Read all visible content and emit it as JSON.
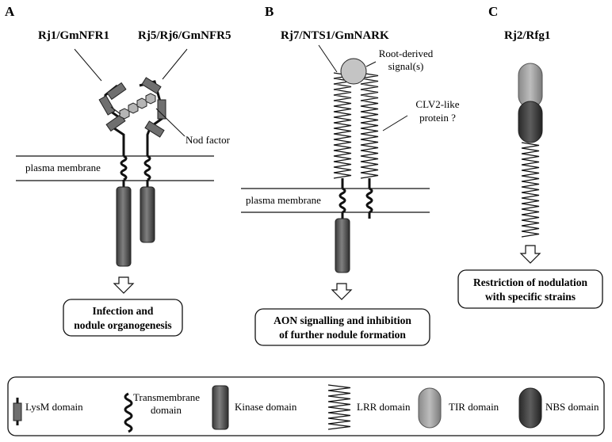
{
  "panels": {
    "a": {
      "letter": "A",
      "receptor_left": "Rj1/GmNFR1",
      "receptor_right": "Rj5/Rj6/GmNFR5",
      "ligand_label": "Nod factor",
      "membrane_label": "plasma membrane",
      "outcome_line1": "Infection and",
      "outcome_line2": "nodule organogenesis"
    },
    "b": {
      "letter": "B",
      "receptor": "Rj7/NTS1/GmNARK",
      "signal_line1": "Root-derived",
      "signal_line2": "signal(s)",
      "clv2_line1": "CLV2-like",
      "clv2_line2": "protein ?",
      "membrane_label": "plasma membrane",
      "outcome_line1": "AON signalling and inhibition",
      "outcome_line2": "of further nodule formation"
    },
    "c": {
      "letter": "C",
      "receptor": "Rj2/Rfg1",
      "outcome_line1": "Restriction of nodulation",
      "outcome_line2": "with specific strains"
    }
  },
  "legend": {
    "lysm": "LysM domain",
    "tm_line1": "Transmembrane",
    "tm_line2": "domain",
    "kinase": "Kinase domain",
    "lrr": "LRR domain",
    "tir": "TIR domain",
    "nbs": "NBS domain"
  },
  "colors": {
    "lysm": "#6f6f6f",
    "kinase": "#5a5a5a",
    "tir": "#9a9a9a",
    "nbs": "#3c3c3c",
    "nod_factor": "#b5b5b5",
    "signal": "#c4c4c4"
  }
}
